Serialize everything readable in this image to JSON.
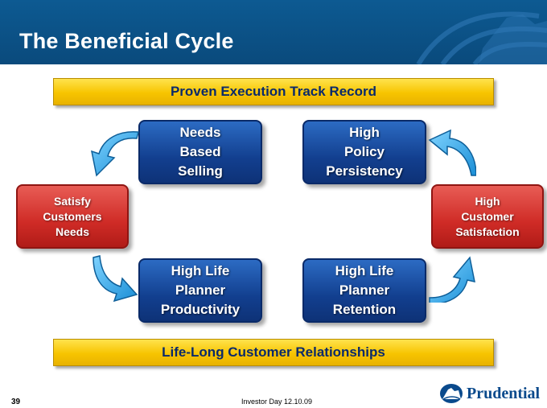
{
  "header": {
    "title": "The Beneficial Cycle"
  },
  "banners": {
    "top": "Proven Execution Track Record",
    "bottom": "Life-Long Customer Relationships"
  },
  "cycle": {
    "needs_based_selling": "Needs\nBased\nSelling",
    "high_policy_persistency": "High\nPolicy\nPersistency",
    "high_life_planner_productivity": "High Life\nPlanner\nProductivity",
    "high_life_planner_retention": "High Life\nPlanner\nRetention",
    "satisfy_customers_needs": "Satisfy\nCustomers\nNeeds",
    "high_customer_satisfaction": "High\nCustomer\nSatisfaction"
  },
  "footer": {
    "page_number": "39",
    "event": "Investor Day 12.10.09",
    "brand": "Prudential"
  },
  "colors": {
    "header": "#0a4a7c",
    "banner": "#f7c400",
    "blue_box": "#123f8f",
    "red_box": "#cf2b26",
    "arrow": "#2aa6e8"
  },
  "icons": [
    "rock-watermark-icon",
    "curved-arrow-icon",
    "rock-logo-icon"
  ]
}
